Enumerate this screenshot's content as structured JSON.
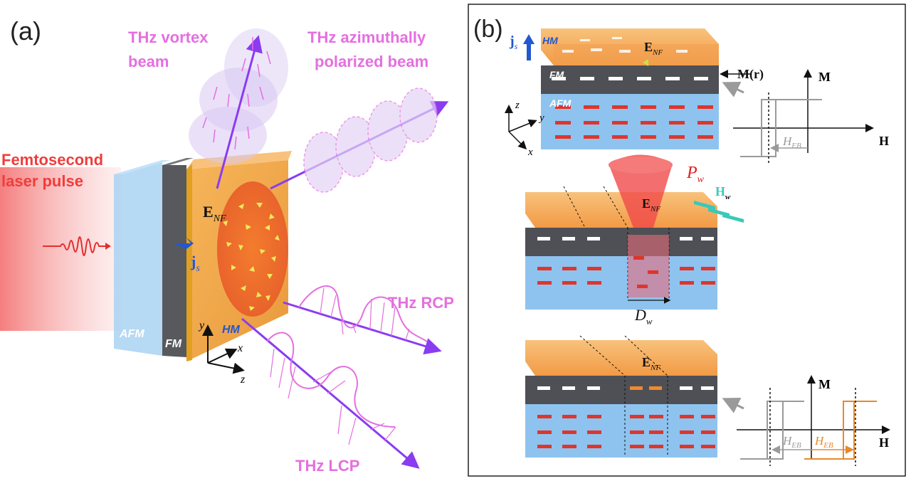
{
  "panel_a": {
    "label": "(a)",
    "laser_line1": "Femtosecond",
    "laser_line2": "laser pulse",
    "vortex_line1": "THz vortex",
    "vortex_line2": "beam",
    "azimuthal_line1": "THz azimuthally",
    "azimuthal_line2": "polarized beam",
    "rcp": "THz RCP",
    "lcp": "THz LCP",
    "afm": "AFM",
    "fm": "FM",
    "hm": "HM",
    "enf": "E",
    "enf_sub": "NF",
    "js": "j",
    "js_sub": "s",
    "axis_x": "x",
    "axis_y": "y",
    "axis_z": "z"
  },
  "panel_b": {
    "label": "(b)",
    "js": "j",
    "js_sub": "s",
    "hm": "HM",
    "fm": "FM",
    "afm": "AFM",
    "enf": "E",
    "enf_sub": "NF",
    "m_of_r": "M(r)",
    "axis_x": "x",
    "axis_y": "y",
    "axis_z": "z",
    "loop_m": "M",
    "loop_h": "H",
    "heb": "H",
    "heb_sub": "EB",
    "pw": "P",
    "pw_sub": "w",
    "hw": "H",
    "hw_sub": "w",
    "dw": "D",
    "dw_sub": "w"
  },
  "colors": {
    "magenta": "#e46fe0",
    "purple": "#8a3cf0",
    "red_laser": "#f03c3c",
    "orange_hm": "#f5a34a",
    "fm_gray": "#55575c",
    "afm_blue": "#8ec3ef",
    "js_blue": "#2867d8",
    "gray_loop": "#9a9a9a",
    "orange_loop": "#e8892b",
    "teal": "#3cc8b8"
  }
}
